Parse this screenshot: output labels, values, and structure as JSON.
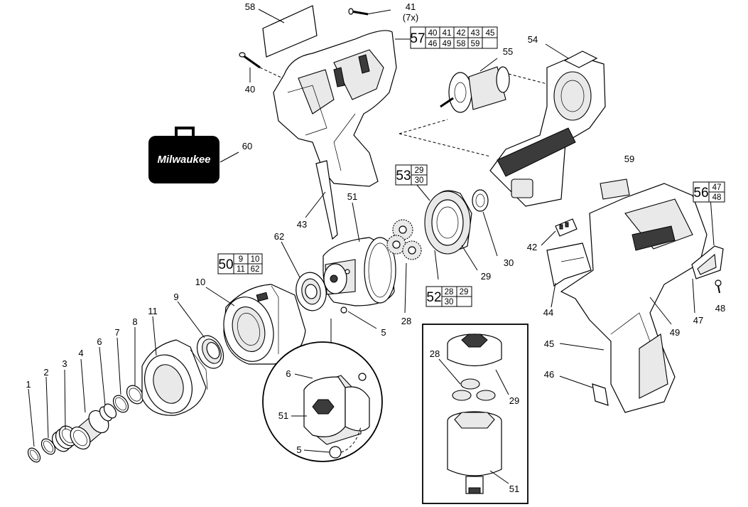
{
  "diagram": {
    "brand_logo": "Milwaukee",
    "callouts": [
      {
        "id": "c1",
        "text": "1"
      },
      {
        "id": "c2",
        "text": "2"
      },
      {
        "id": "c3",
        "text": "3"
      },
      {
        "id": "c4",
        "text": "4"
      },
      {
        "id": "c6",
        "text": "6"
      },
      {
        "id": "c7",
        "text": "7"
      },
      {
        "id": "c8",
        "text": "8"
      },
      {
        "id": "c9",
        "text": "9"
      },
      {
        "id": "c10",
        "text": "10"
      },
      {
        "id": "c11",
        "text": "11"
      },
      {
        "id": "c62",
        "text": "62"
      },
      {
        "id": "c51",
        "text": "51"
      },
      {
        "id": "c5",
        "text": "5"
      },
      {
        "id": "c43",
        "text": "43"
      },
      {
        "id": "c40",
        "text": "40"
      },
      {
        "id": "c41",
        "text": "41"
      },
      {
        "id": "c41q",
        "text": "(7x)"
      },
      {
        "id": "c58",
        "text": "58"
      },
      {
        "id": "c60",
        "text": "60"
      },
      {
        "id": "c55",
        "text": "55"
      },
      {
        "id": "c54",
        "text": "54"
      },
      {
        "id": "c59",
        "text": "59"
      },
      {
        "id": "c30",
        "text": "30"
      },
      {
        "id": "c29",
        "text": "29"
      },
      {
        "id": "c28",
        "text": "28"
      },
      {
        "id": "c42",
        "text": "42"
      },
      {
        "id": "c44",
        "text": "44"
      },
      {
        "id": "c45",
        "text": "45"
      },
      {
        "id": "c46",
        "text": "46"
      },
      {
        "id": "c47",
        "text": "47"
      },
      {
        "id": "c48",
        "text": "48"
      },
      {
        "id": "c49",
        "text": "49"
      },
      {
        "id": "d6",
        "text": "6"
      },
      {
        "id": "d51",
        "text": "51"
      },
      {
        "id": "d5",
        "text": "5"
      },
      {
        "id": "i28",
        "text": "28"
      },
      {
        "id": "i29",
        "text": "29"
      },
      {
        "id": "i51",
        "text": "51"
      }
    ],
    "kits": [
      {
        "id": "k57",
        "main": "57",
        "rows": [
          [
            "40",
            "41",
            "42",
            "43",
            "45"
          ],
          [
            "46",
            "49",
            "58",
            "59",
            ""
          ]
        ]
      },
      {
        "id": "k53",
        "main": "53",
        "rows": [
          [
            "29"
          ],
          [
            "30"
          ]
        ]
      },
      {
        "id": "k50",
        "main": "50",
        "rows": [
          [
            "9",
            "10"
          ],
          [
            "11",
            "62"
          ]
        ]
      },
      {
        "id": "k52",
        "main": "52",
        "rows": [
          [
            "28",
            "29"
          ],
          [
            "30",
            ""
          ]
        ]
      },
      {
        "id": "k56",
        "main": "56",
        "rows": [
          [
            "47"
          ],
          [
            "48"
          ]
        ]
      }
    ]
  }
}
